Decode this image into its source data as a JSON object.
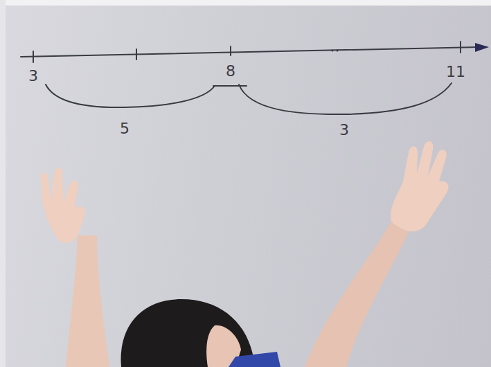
{
  "diagram": {
    "labels": [
      "3",
      "8",
      "11",
      "5",
      "3"
    ]
  }
}
